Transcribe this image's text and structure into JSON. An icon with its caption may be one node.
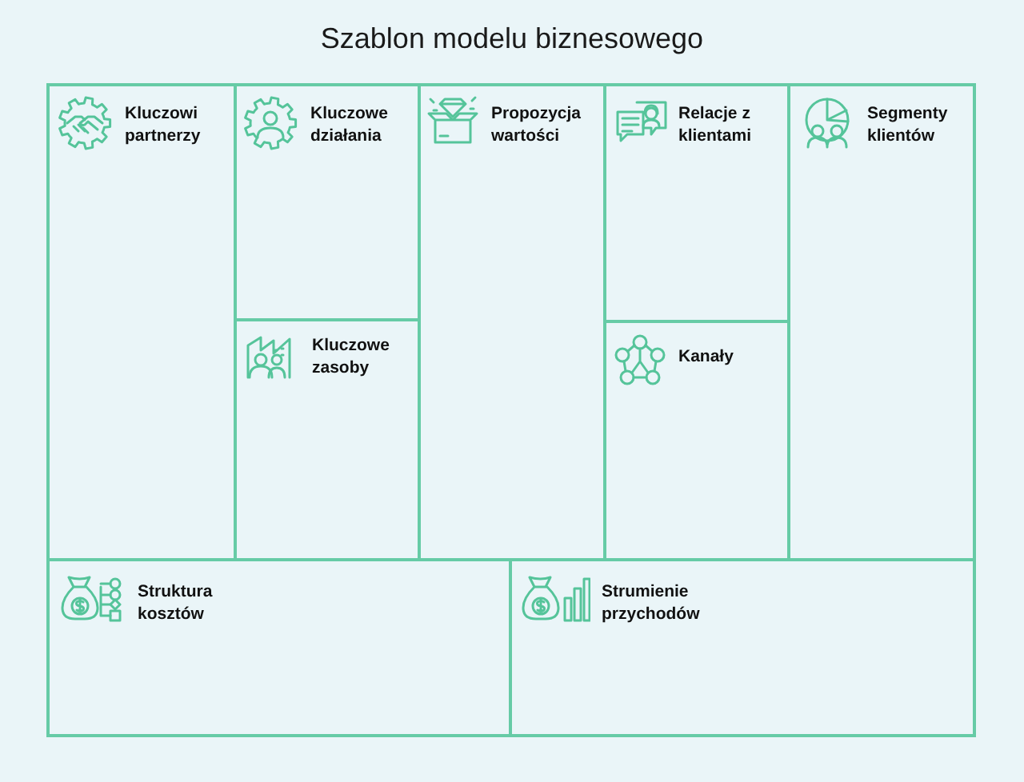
{
  "diagram": {
    "title": "Szablon modelu biznesowego",
    "nodes": [
      {
        "text": [
          "Kluczowi partnerzy"
        ]
      },
      {
        "text": [
          "Kluczowe działania"
        ]
      },
      {
        "text": [
          "Propozycja wartości"
        ]
      },
      {
        "text": [
          "Relacje z klientami"
        ]
      },
      {
        "text": [
          "Segmenty klientów"
        ]
      },
      {
        "text": [
          "Kluczowe zasoby"
        ]
      },
      {
        "text": [
          "Kanały"
        ]
      },
      {
        "text": [
          "Struktura kosztów"
        ]
      },
      {
        "text": [
          "Strumienie przychodów"
        ]
      }
    ]
  }
}
